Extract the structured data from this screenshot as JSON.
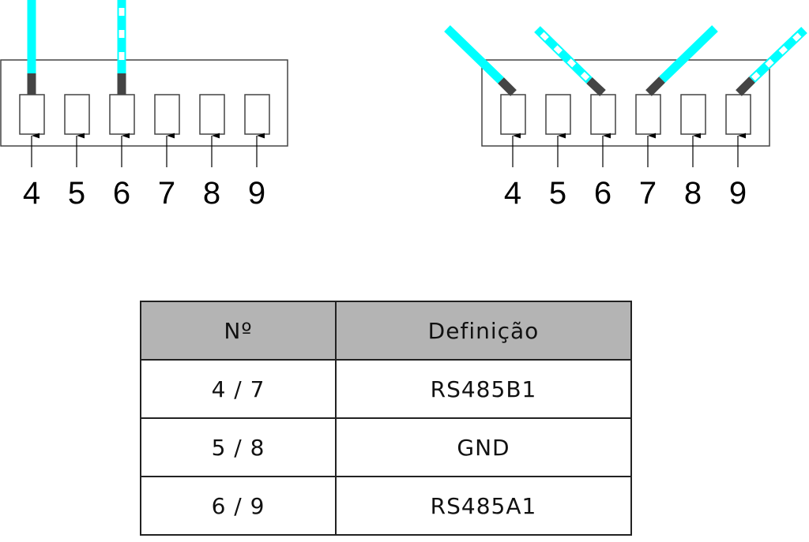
{
  "colors": {
    "wire": "#00ffff",
    "wire_end": "#444444",
    "header_bg": "#b4b4b4"
  },
  "left_connector": {
    "pins": [
      "4",
      "5",
      "6",
      "7",
      "8",
      "9"
    ],
    "wired_pins": [
      "4",
      "6"
    ]
  },
  "right_connector": {
    "pins": [
      "4",
      "5",
      "6",
      "7",
      "8",
      "9"
    ],
    "wired_pins": [
      "4",
      "6",
      "7",
      "9"
    ]
  },
  "table": {
    "headers": [
      "Nº",
      "Definição"
    ],
    "rows": [
      [
        "4 / 7",
        "RS485B1"
      ],
      [
        "5 / 8",
        "GND"
      ],
      [
        "6 / 9",
        "RS485A1"
      ]
    ]
  }
}
